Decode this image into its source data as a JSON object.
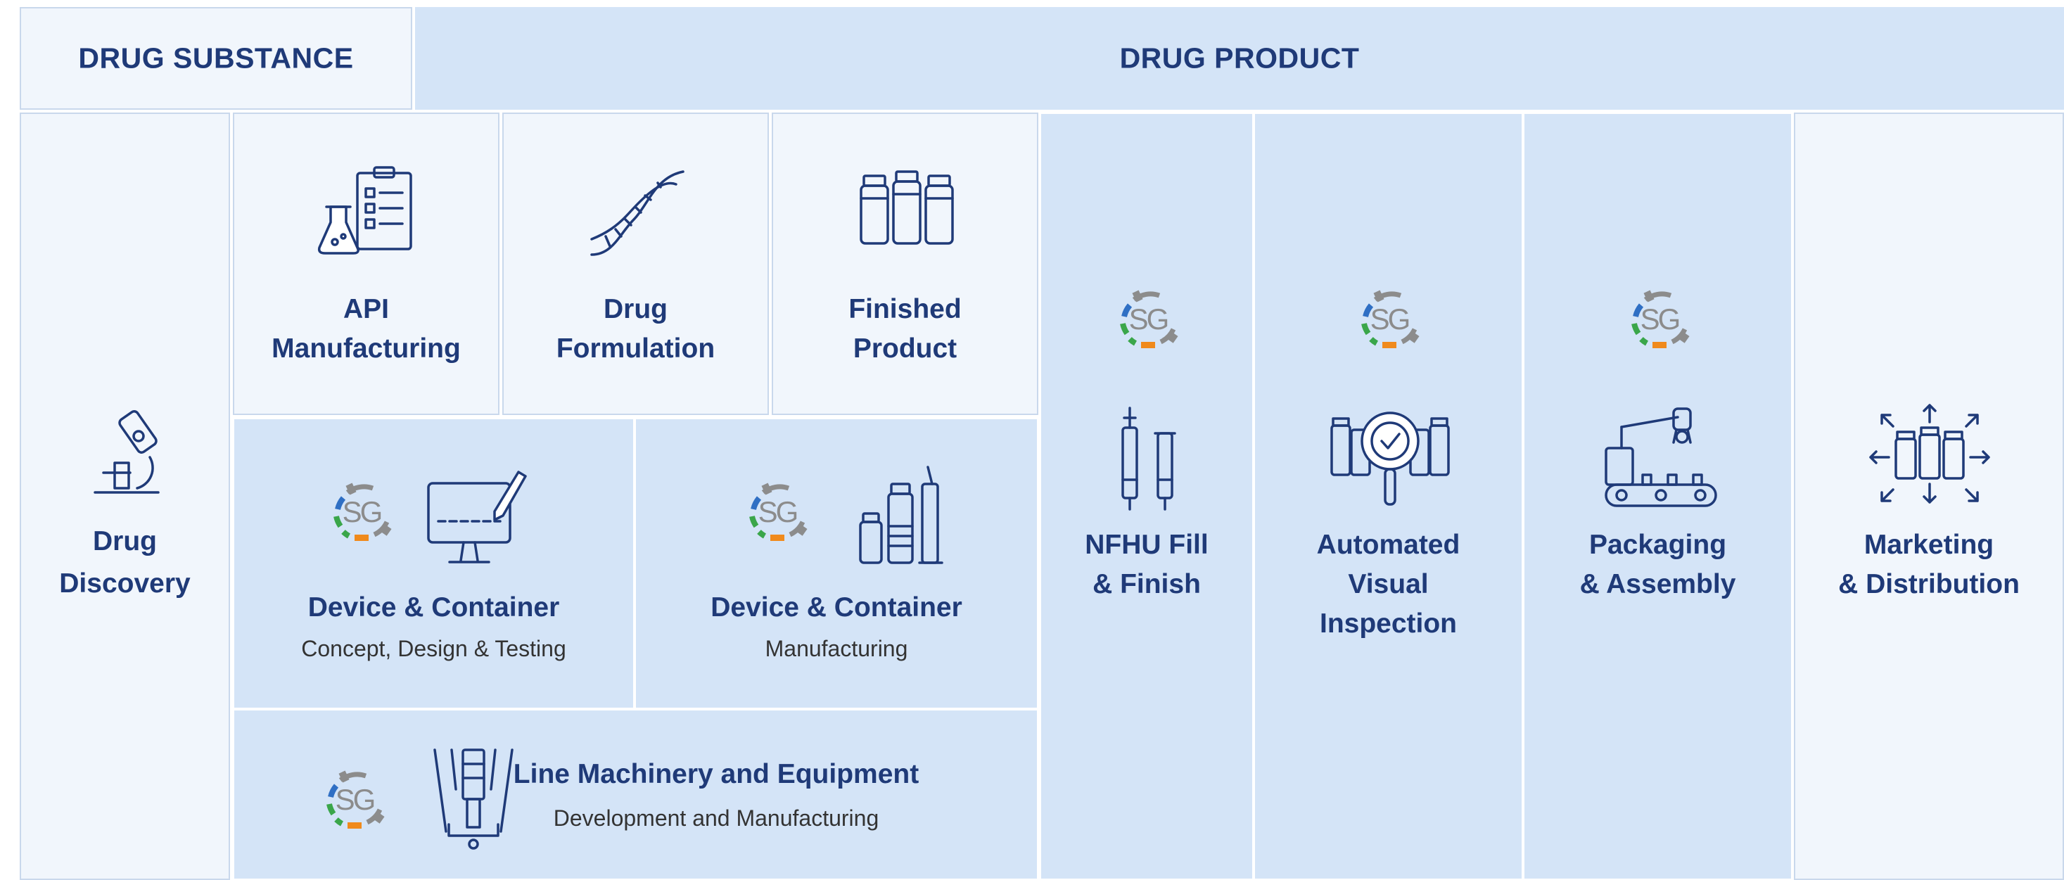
{
  "headers": {
    "drug_substance": "DRUG SUBSTANCE",
    "drug_product": "DRUG PRODUCT"
  },
  "cells": {
    "drug_discovery": [
      "Drug",
      "Discovery"
    ],
    "api_manufacturing": [
      "API",
      "Manufacturing"
    ],
    "drug_formulation": [
      "Drug",
      "Formulation"
    ],
    "finished_product": [
      "Finished",
      "Product"
    ],
    "device_container_design": {
      "title": "Device & Container",
      "subtitle": "Concept, Design & Testing"
    },
    "device_container_mfg": {
      "title": "Device & Container",
      "subtitle": "Manufacturing"
    },
    "line_machinery": {
      "title": "Line Machinery and Equipment",
      "subtitle": "Development and Manufacturing"
    },
    "nfhu": [
      "NFHU Fill",
      "& Finish"
    ],
    "avi": [
      "Automated",
      "Visual",
      "Inspection"
    ],
    "packaging": [
      "Packaging",
      "& Assembly"
    ],
    "marketing": [
      "Marketing",
      "& Distribution"
    ]
  },
  "logo_text": "SG",
  "icons": {
    "drug_discovery": "microscope-icon",
    "api_manufacturing": "flask-clipboard-icon",
    "drug_formulation": "dna-icon",
    "finished_product": "vials-icon",
    "device_design": "monitor-pen-icon",
    "device_mfg": "vials-syringe-icon",
    "line_machinery": "machine-icon",
    "nfhu": "syringes-icon",
    "avi": "magnifier-vials-icon",
    "packaging": "robot-conveyor-icon",
    "marketing": "distribution-icon"
  },
  "colors": {
    "navy": "#1f3a78",
    "light_blue": "#d4e4f7",
    "pale": "#f1f6fc",
    "logo_gray": "#8c8c8c",
    "logo_blue": "#2f6fc4",
    "logo_green": "#3aa64a",
    "logo_orange": "#f08a1c"
  }
}
